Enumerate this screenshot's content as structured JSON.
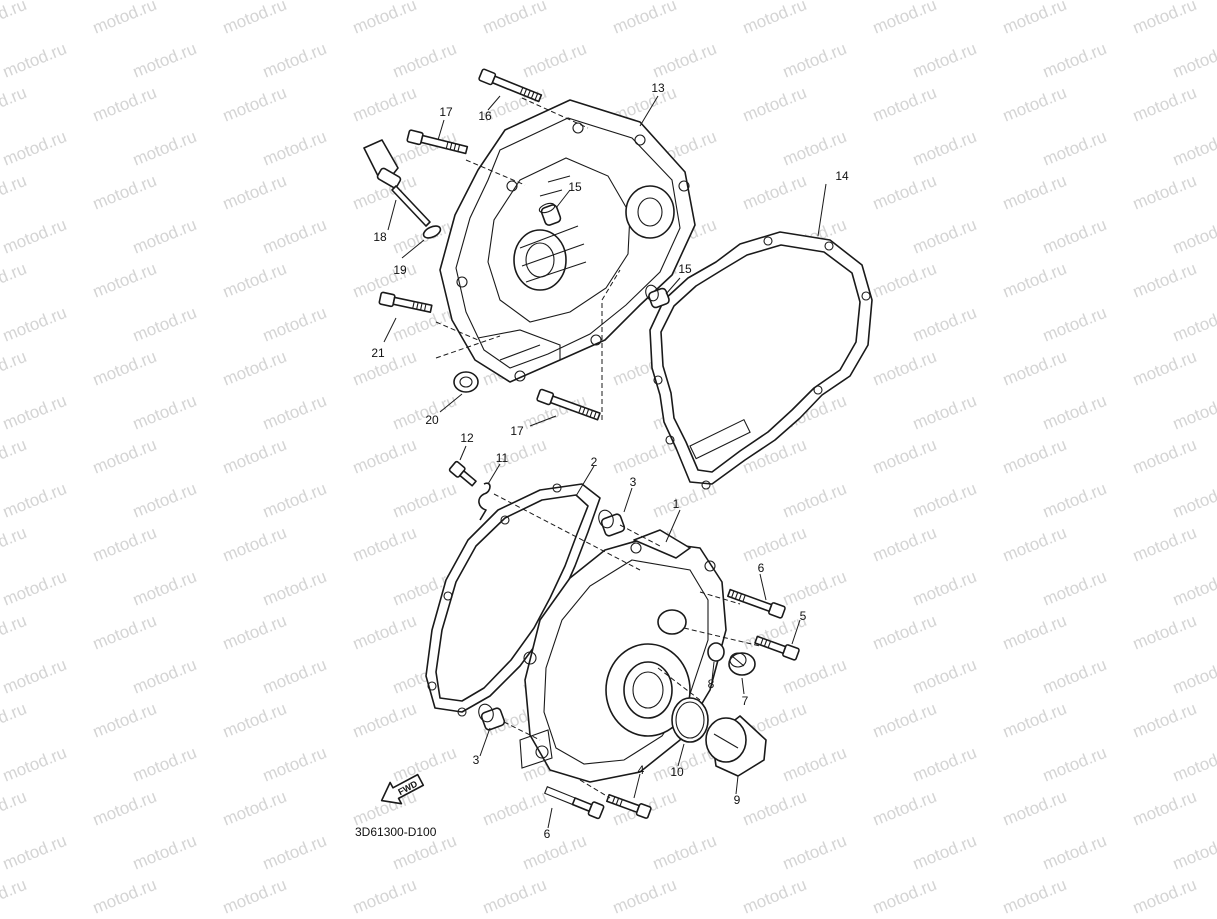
{
  "watermark": {
    "text": "motod.ru"
  },
  "callouts": {
    "c1": "1",
    "c2": "2",
    "c3a": "3",
    "c3b": "3",
    "c4": "4",
    "c5": "5",
    "c6a": "6",
    "c6b": "6",
    "c7": "7",
    "c8": "8",
    "c9": "9",
    "c10": "10",
    "c11": "11",
    "c12": "12",
    "c13": "13",
    "c14": "14",
    "c15a": "15",
    "c15b": "15",
    "c16": "16",
    "c17a": "17",
    "c17b": "17",
    "c18": "18",
    "c19": "19",
    "c20": "20",
    "c21": "21"
  },
  "direction_arrow": {
    "label": "FWD"
  },
  "diagram_code": "3D61300-D100"
}
